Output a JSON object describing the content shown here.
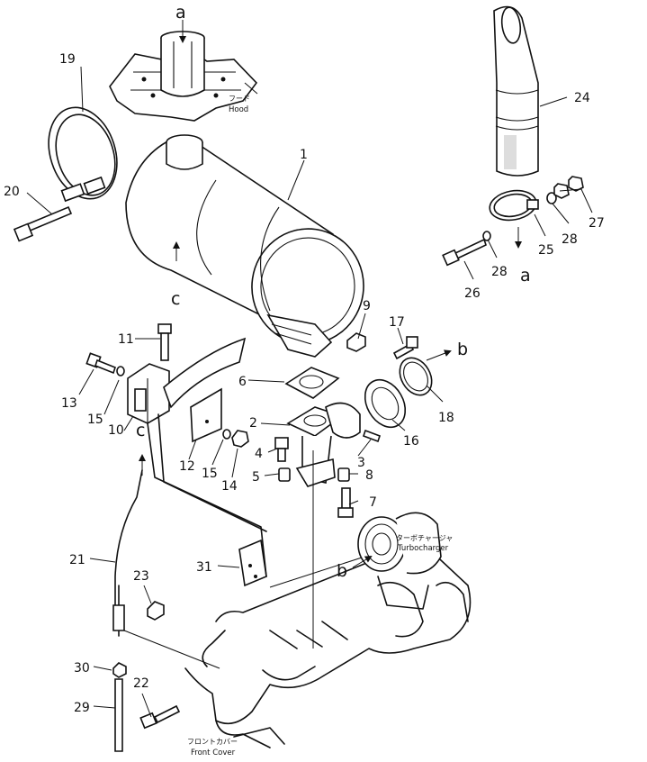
{
  "callouts": {
    "1": "1",
    "2": "2",
    "3": "3",
    "4": "4",
    "5": "5",
    "6": "6",
    "7": "7",
    "8": "8",
    "9": "9",
    "10": "10",
    "11": "11",
    "12": "12",
    "13": "13",
    "14": "14",
    "15a": "15",
    "15b": "15",
    "16": "16",
    "17": "17",
    "18": "18",
    "19": "19",
    "20": "20",
    "21": "21",
    "22": "22",
    "23": "23",
    "24": "24",
    "25": "25",
    "26": "26",
    "27": "27",
    "28a": "28",
    "28b": "28",
    "29": "29",
    "30": "30",
    "31": "31"
  },
  "references": {
    "a_top": "a",
    "a_right": "a",
    "b_right": "b",
    "b_turbo": "b",
    "c_muffler": "c",
    "c_bracket": "c"
  },
  "labels": {
    "hood_jp": "フード",
    "hood_en": "Hood",
    "turbo_jp": "ターボチャージャ",
    "turbo_en": "Turbocharger",
    "front_cover_jp": "フロントカバー",
    "front_cover_en": "Front Cover"
  }
}
